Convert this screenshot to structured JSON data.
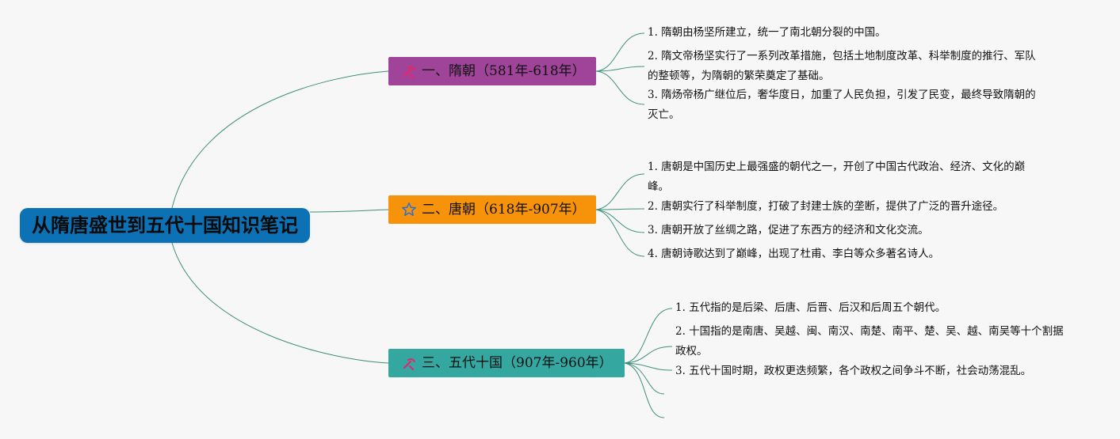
{
  "root": {
    "title": "从隋唐盛世到五代十国知识笔记"
  },
  "branches": [
    {
      "title": "一、隋朝（581年-618年）",
      "icon": "pickaxe-icon",
      "color": "#9f4498",
      "items": [
        "1. 隋朝由杨坚所建立，统一了南北朝分裂的中国。",
        "2. 隋文帝杨坚实行了一系列改革措施，包括土地制度改革、科举制度的推行、军队的整顿等，为隋朝的繁荣奠定了基础。",
        "3. 隋炀帝杨广继位后，奢华度日，加重了人民负担，引发了民变，最终导致隋朝的灭亡。"
      ]
    },
    {
      "title": "二、唐朝（618年-907年）",
      "icon": "star-icon",
      "color": "#f6930a",
      "items": [
        "1. 唐朝是中国历史上最强盛的朝代之一，开创了中国古代政治、经济、文化的巅峰。",
        "2. 唐朝实行了科举制度，打破了封建士族的垄断，提供了广泛的晋升途径。",
        "3. 唐朝开放了丝绸之路，促进了东西方的经济和文化交流。",
        "4. 唐朝诗歌达到了巅峰，出现了杜甫、李白等众多著名诗人。"
      ]
    },
    {
      "title": "三、五代十国（907年-960年）",
      "icon": "pickaxe-icon",
      "color": "#34a7a0",
      "items": [
        "1. 五代指的是后梁、后唐、后晋、后汉和后周五个朝代。",
        "2. 十国指的是南唐、吴越、闽、南汉、南楚、南平、楚、吴、越、南吴等十个割据政权。",
        "3. 五代十国时期，政权更迭频繁，各个政权之间争斗不断，社会动荡混乱。",
        "",
        ""
      ]
    }
  ]
}
